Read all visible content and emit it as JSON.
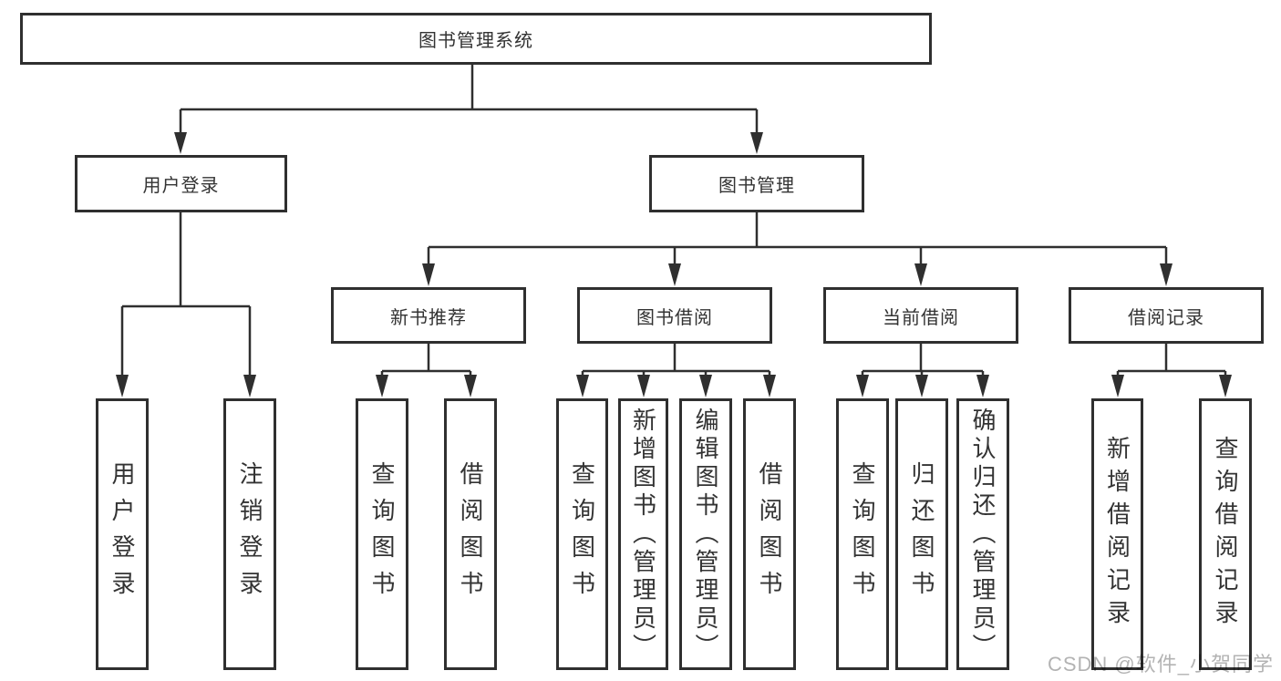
{
  "tree": {
    "root": {
      "label": "图书管理系统"
    },
    "branches": [
      {
        "label": "用户登录",
        "children": [
          {
            "label": "用户登录"
          },
          {
            "label": "注销登录"
          }
        ]
      },
      {
        "label": "图书管理",
        "children": [
          {
            "label": "新书推荐",
            "children": [
              {
                "label": "查询图书"
              },
              {
                "label": "借阅图书"
              }
            ]
          },
          {
            "label": "图书借阅",
            "children": [
              {
                "label": "查询图书"
              },
              {
                "label": "新增图书（管理员）"
              },
              {
                "label": "编辑图书（管理员）"
              },
              {
                "label": "借阅图书"
              }
            ]
          },
          {
            "label": "当前借阅",
            "children": [
              {
                "label": "查询图书"
              },
              {
                "label": "归还图书"
              },
              {
                "label": "确认归还（管理员）"
              }
            ]
          },
          {
            "label": "借阅记录",
            "children": [
              {
                "label": "新增借阅记录"
              },
              {
                "label": "查询借阅记录"
              }
            ]
          }
        ]
      }
    ]
  },
  "watermark": "CSDN @软件_小贺同学",
  "colors": {
    "line": "#2f2f2f",
    "border": "#2f2f2f",
    "text": "#333333",
    "watermark": "#b3b3b3",
    "background": "#ffffff"
  }
}
